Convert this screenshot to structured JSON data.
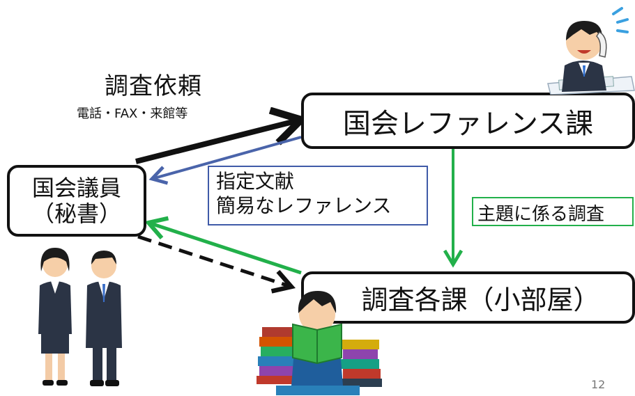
{
  "request": {
    "title": "調査依頼",
    "channels": "電話・FAX・来館等"
  },
  "nodes": {
    "member": {
      "line1": "国会議員",
      "line2": "（秘書）"
    },
    "reference": {
      "label": "国会レファレンス課"
    },
    "research": {
      "label": "調査各課（小部屋）"
    }
  },
  "labels": {
    "documents": {
      "line1": "指定文献",
      "line2": "簡易なレファレンス"
    },
    "topic": "主題に係る調査"
  },
  "page_number": "12",
  "colors": {
    "black_arrow": "#111111",
    "blue_arrow": "#4a64aa",
    "green_arrow": "#22b04a",
    "doc_label_border": "#3f5aa8",
    "topic_label_border": "#22b04a"
  }
}
